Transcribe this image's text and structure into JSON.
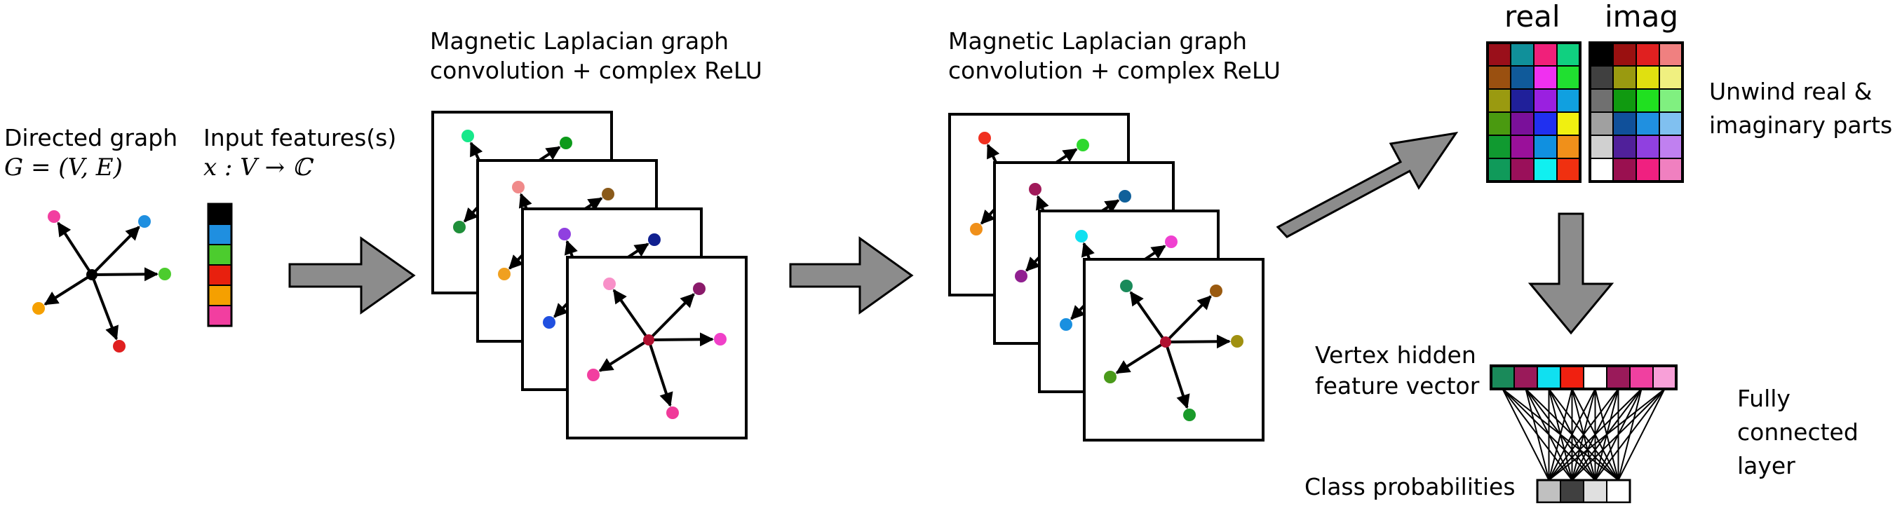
{
  "labels": {
    "directed_graph": "Directed graph",
    "graph_formula": "G = (V, E)",
    "input_features": "Input features(s)",
    "input_formula": "x : V → ℂ",
    "conv_line1": "Magnetic Laplacian graph",
    "conv_line2": "convolution + complex ReLU",
    "real": "real",
    "imag": "imag",
    "unwind_line1": "Unwind real &",
    "unwind_line2": "imaginary parts",
    "vertex_line1": "Vertex hidden",
    "vertex_line2": "feature vector",
    "fc_line1": "Fully",
    "fc_line2": "connected",
    "fc_line3": "layer",
    "class_prob": "Class probabilities"
  },
  "input_feature_colors": [
    "#000000",
    "#1f8fe0",
    "#4ccc2e",
    "#e8200e",
    "#f5a000",
    "#f23ea0"
  ],
  "graph_node_colors": {
    "input": [
      "#f23ea0",
      "#1f8fe0",
      "#4ccc2e",
      "#e02020",
      "#f5a000"
    ],
    "layer1": [
      [
        "#16e88a",
        "#0c9a1a",
        "#1f8f3a"
      ],
      [
        "#f08a8a",
        "#8a5a1a",
        "#f0a020"
      ],
      [
        "#9040e0",
        "#102090",
        "#2050e0"
      ],
      [
        "#f890c8",
        "#8a1a6a",
        "#f040c8",
        "#f03a9a",
        "#f23ea0"
      ]
    ],
    "layer2": [
      [
        "#f03020",
        "#2ed82e",
        "#f0901a"
      ],
      [
        "#a01a5a",
        "#10609a",
        "#902090"
      ],
      [
        "#10e0f0",
        "#f040d0",
        "#1a90e0"
      ],
      [
        "#1a8a5a",
        "#9a5a10",
        "#a09010",
        "#1a9a2a",
        "#4a9a1a"
      ]
    ]
  },
  "real_grid": [
    [
      "#9a0f1a",
      "#10909a",
      "#f0207a",
      "#10d080"
    ],
    [
      "#9a5010",
      "#105a9a",
      "#f030f0",
      "#20e030"
    ],
    [
      "#9a9a10",
      "#20209a",
      "#9a20e0",
      "#10a0e0"
    ],
    [
      "#4a9a10",
      "#7a109a",
      "#2030f0",
      "#f0f010"
    ],
    [
      "#109a30",
      "#9a109a",
      "#1090e0",
      "#f0901a"
    ],
    [
      "#109a5a",
      "#9a105a",
      "#10f0f0",
      "#f03010"
    ]
  ],
  "imag_grid": [
    [
      "#000000",
      "#9a1010",
      "#e02020",
      "#f08080"
    ],
    [
      "#404040",
      "#9a9a10",
      "#e0e010",
      "#f0f080"
    ],
    [
      "#707070",
      "#109a10",
      "#20e020",
      "#80f080"
    ],
    [
      "#a0a0a0",
      "#10509a",
      "#2090e0",
      "#80c0f0"
    ],
    [
      "#d0d0d0",
      "#50209a",
      "#9040e0",
      "#c080f0"
    ],
    [
      "#ffffff",
      "#9a1050",
      "#f02080",
      "#f080c0"
    ]
  ],
  "hidden_vector": [
    "#1a8a5a",
    "#9a1a5a",
    "#10e0f0",
    "#f02010",
    "#ffffff",
    "#9a1a5a",
    "#f040a0",
    "#f8a0d8"
  ],
  "class_probs": [
    "#c0c0c0",
    "#404040",
    "#e0e0e0",
    "#ffffff"
  ],
  "arrow_color": "#8c8c8c"
}
